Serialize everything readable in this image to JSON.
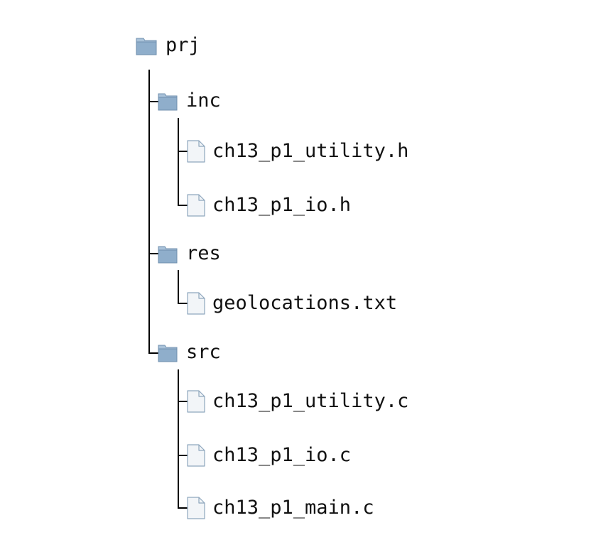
{
  "root": {
    "name": "prj",
    "icon": "folder-icon",
    "children": [
      {
        "name": "inc",
        "icon": "folder-icon",
        "children": [
          {
            "name": "ch13_p1_utility.h",
            "icon": "file-icon"
          },
          {
            "name": "ch13_p1_io.h",
            "icon": "file-icon"
          }
        ]
      },
      {
        "name": "res",
        "icon": "folder-icon",
        "children": [
          {
            "name": "geolocations.txt",
            "icon": "file-icon"
          }
        ]
      },
      {
        "name": "src",
        "icon": "folder-icon",
        "children": [
          {
            "name": "ch13_p1_utility.c",
            "icon": "file-icon"
          },
          {
            "name": "ch13_p1_io.c",
            "icon": "file-icon"
          },
          {
            "name": "ch13_p1_main.c",
            "icon": "file-icon"
          }
        ]
      }
    ]
  },
  "colors": {
    "folder_front": "#8faecb",
    "folder_back": "#a9c2d9",
    "folder_edge": "#6f8fae",
    "file_fill": "#f2f5f8",
    "file_edge": "#8ea6bd",
    "connector": "#000000"
  }
}
